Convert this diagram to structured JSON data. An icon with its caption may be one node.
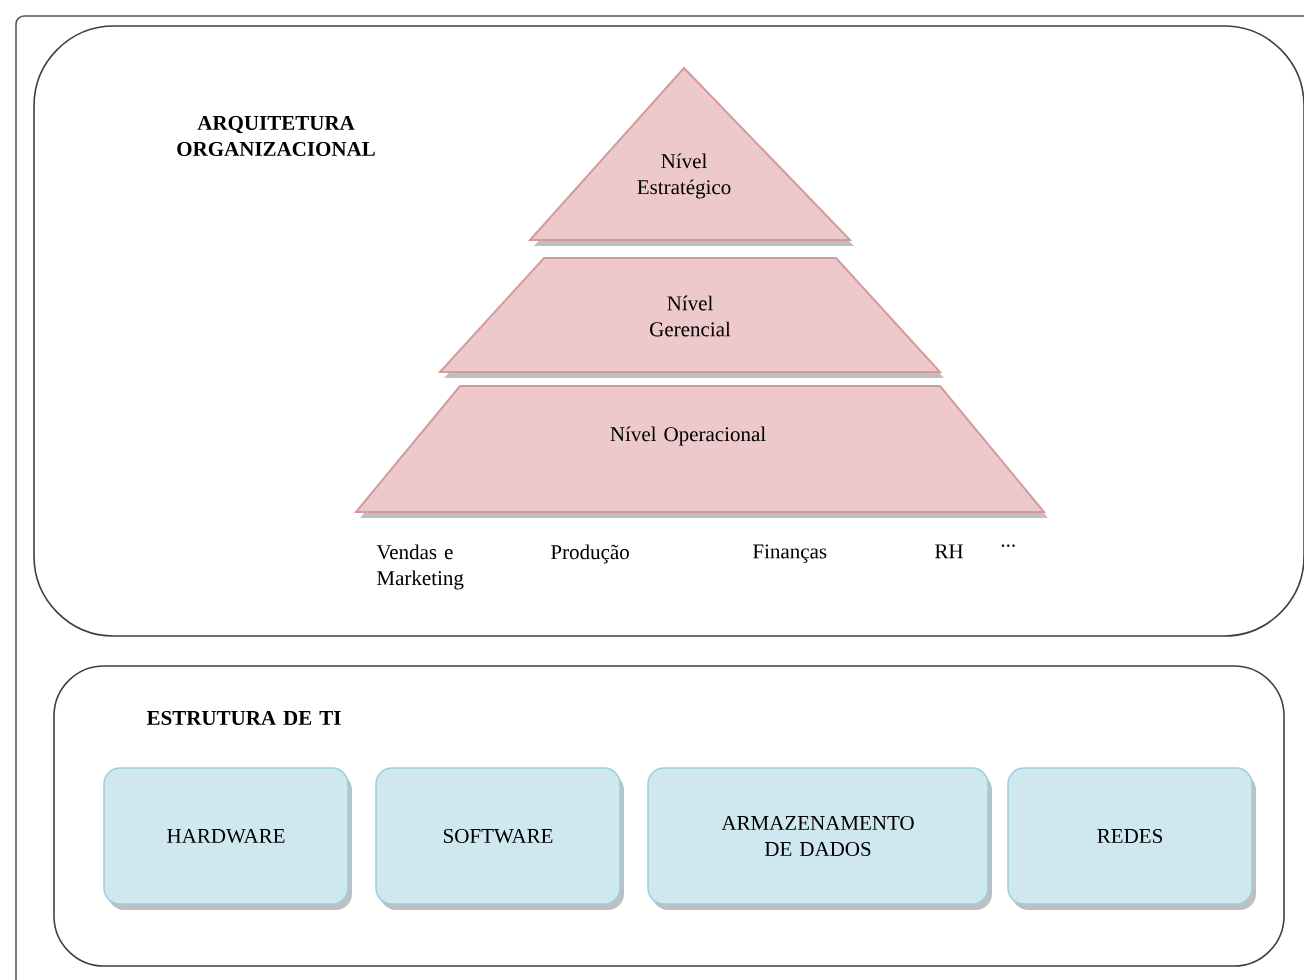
{
  "diagram": {
    "nodes": [
      {
        "text": [
          "ARQUITETURA ORGANIZACIONAL"
        ]
      },
      {
        "text": [
          "Nível Estratégico"
        ],
        "in": 0
      },
      {
        "text": [
          "Nível Gerencial"
        ],
        "in": 0
      },
      {
        "text": [
          "Nível Operacional"
        ],
        "in": 0
      },
      {
        "text": [
          "ESTRUTURA DE TI"
        ]
      },
      {
        "text": [
          "HARDWARE"
        ],
        "in": 4
      },
      {
        "text": [
          "SOFTWARE"
        ],
        "in": 4
      },
      {
        "text": [
          "ARMAZENAMENTO DE DADOS"
        ],
        "in": 4
      },
      {
        "text": [
          "REDES"
        ],
        "in": 4
      }
    ],
    "labels": [
      "Vendas e Marketing",
      "Produção",
      "Finanças",
      "RH",
      "..."
    ]
  }
}
